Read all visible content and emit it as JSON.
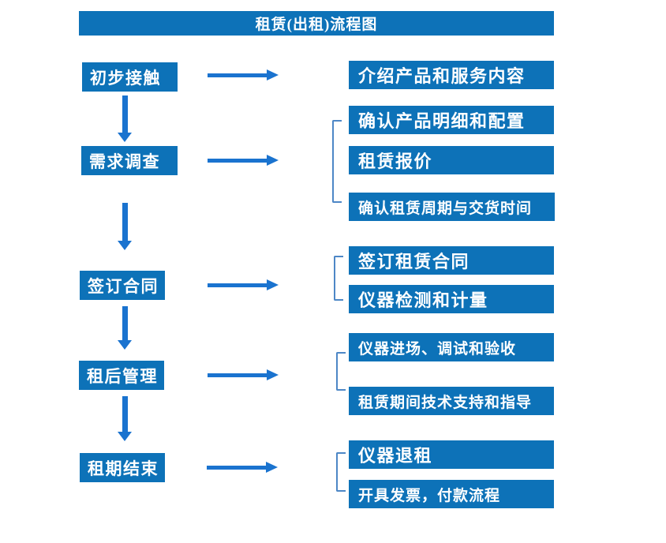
{
  "title": "租赁(出租)流程图",
  "colors": {
    "box_blue": "#0d72b8",
    "arrow_blue": "#1a73cf",
    "bracket_blue": "#4d87c6",
    "text_white": "#ffffff"
  },
  "stages": [
    {
      "label": "初步接触",
      "outputs": [
        "介绍产品和服务内容"
      ]
    },
    {
      "label": "需求调查",
      "outputs": [
        "确认产品明细和配置",
        "租赁报价",
        "确认租赁周期与交货时间"
      ]
    },
    {
      "label": "签订合同",
      "outputs": [
        "签订租赁合同",
        "仪器检测和计量"
      ]
    },
    {
      "label": "租后管理",
      "outputs": [
        "仪器进场、调试和验收",
        "租赁期间技术支持和指导"
      ]
    },
    {
      "label": "租期结束",
      "outputs": [
        "仪器退租",
        "开具发票，付款流程"
      ]
    }
  ]
}
